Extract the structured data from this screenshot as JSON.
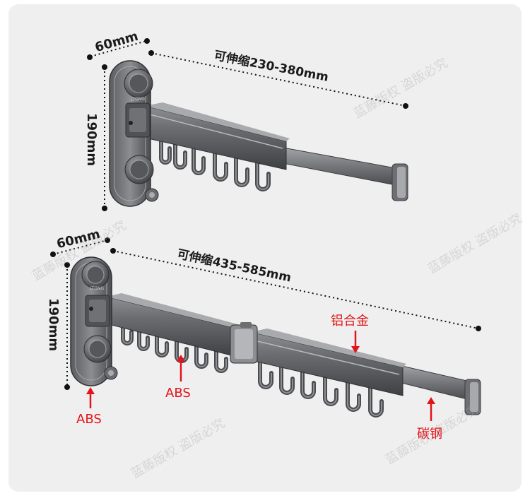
{
  "watermark": "蓝藤版权 盗版必究",
  "top_product": {
    "width_label": "60mm",
    "extend_label": "可伸缩230-380mm",
    "height_label": "190mm"
  },
  "bottom_product": {
    "width_label": "60mm",
    "extend_label": "可伸缩435-585mm",
    "height_label": "190mm"
  },
  "materials": {
    "aluminum": "铝合金",
    "abs_hook": "ABS",
    "abs_base": "ABS",
    "carbon_steel": "碳钢"
  },
  "brand": "LTGNG",
  "colors": {
    "label_red": "#e3141b",
    "metal_dark": "#55575a",
    "metal_light": "#9a9c9f"
  }
}
